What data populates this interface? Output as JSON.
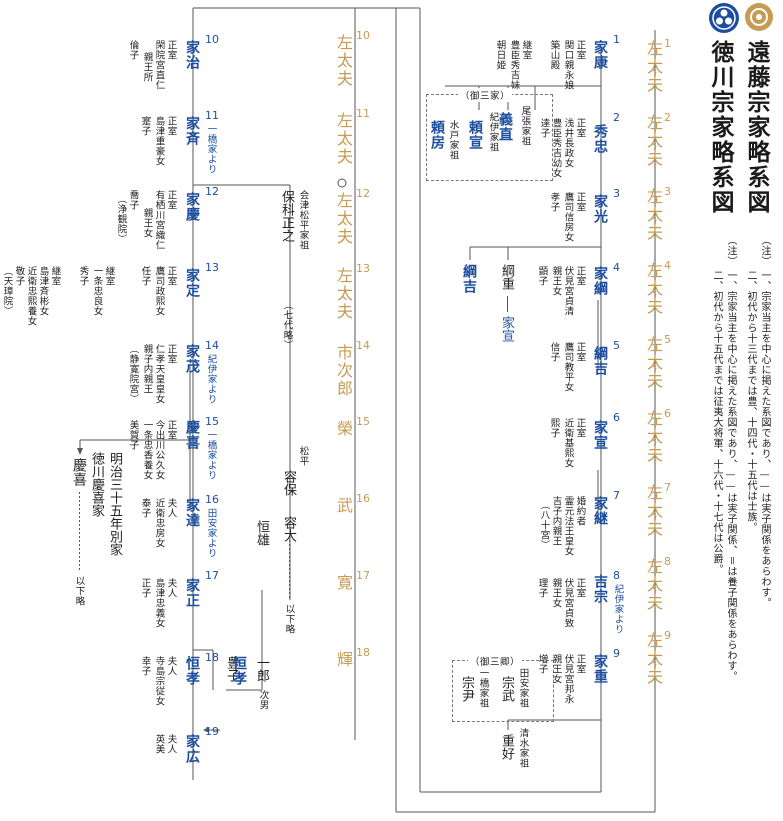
{
  "header": {
    "title_endo": "遠藤宗家略系図",
    "title_tokugawa": "徳川宗家略系図",
    "notes_endo": [
      "（注）",
      "一、宗家当主を中心に掲えた系図であり、——は実子関係をあらわす。",
      "二、初代から十三代までは豊、十四代・十五代は士族。"
    ],
    "notes_tokugawa": [
      "（注）",
      "一、宗家当主を中心に掲えた系図であり、——は実子関係、＝は養子関係をあらわす。",
      "二、初代から十五代までは征夷大将軍、十六代・十七代は公爵。"
    ]
  },
  "endo": {
    "generations": [
      {
        "no": "1",
        "name": "左太夫"
      },
      {
        "no": "2",
        "name": "左太夫"
      },
      {
        "no": "3",
        "name": "左太夫"
      },
      {
        "no": "4",
        "name": "左太夫"
      },
      {
        "no": "5",
        "name": "左太夫"
      },
      {
        "no": "6",
        "name": "左太夫"
      },
      {
        "no": "7",
        "name": "左太夫"
      },
      {
        "no": "8",
        "name": "左太夫"
      },
      {
        "no": "9",
        "name": "左太夫"
      },
      {
        "no": "10",
        "name": "左太夫"
      },
      {
        "no": "11",
        "name": "左太夫"
      },
      {
        "no": "12",
        "name": "左太夫"
      },
      {
        "no": "13",
        "name": "左太夫"
      },
      {
        "no": "14",
        "name": "市次郎"
      },
      {
        "no": "15",
        "name": "榮"
      },
      {
        "no": "16",
        "name": "武"
      },
      {
        "no": "17",
        "name": "寛"
      },
      {
        "no": "18",
        "name": "輝"
      }
    ]
  },
  "tokugawa": {
    "shoguns": [
      {
        "no": "1",
        "name": "家康",
        "spouse": [
          "正室",
          "関口親永娘",
          "築山殿"
        ],
        "extra": [
          "継室",
          "豊臣秀吉妹",
          "朝日姫"
        ]
      },
      {
        "no": "2",
        "name": "秀忠",
        "spouse": [
          "正室",
          "浅井長政女",
          "豊臣秀吉幼女",
          "達子"
        ]
      },
      {
        "no": "3",
        "name": "家光",
        "spouse": [
          "正室",
          "鷹司信房女",
          "孝子"
        ]
      },
      {
        "no": "4",
        "name": "家綱",
        "spouse": [
          "正室",
          "伏見宮貞清",
          "親王女",
          "顕子"
        ]
      },
      {
        "no": "5",
        "name": "綱吉",
        "spouse": [
          "正室",
          "鷹司教平女",
          "信子"
        ]
      },
      {
        "no": "6",
        "name": "家宣",
        "spouse": [
          "正室",
          "近衛基熙女",
          "熙子"
        ]
      },
      {
        "no": "7",
        "name": "家継",
        "spouse": [
          "婚約者",
          "霊元法王皇女",
          "吉子内親王",
          "（八十宮）"
        ]
      },
      {
        "no": "8",
        "name": "吉宗",
        "note": "紀伊家より",
        "spouse": [
          "正室",
          "伏見宮貞致",
          "親王女",
          "理子"
        ]
      },
      {
        "no": "9",
        "name": "家重",
        "spouse": [
          "正室",
          "伏見宮邦永",
          "親王女",
          "増子"
        ]
      },
      {
        "no": "10",
        "name": "家治",
        "spouse": [
          "正室",
          "閑院宮直仁",
          "親王所",
          "倫子"
        ]
      },
      {
        "no": "11",
        "name": "家斉",
        "note": "一橋家より",
        "spouse": [
          "正室",
          "島津重豪女",
          "寔子"
        ]
      },
      {
        "no": "12",
        "name": "家慶",
        "spouse": [
          "正室",
          "有栖川宮織仁",
          "親王女",
          "喬子",
          "（浄観院）"
        ]
      },
      {
        "no": "13",
        "name": "家定",
        "spouse": [
          "正室",
          "鷹司政熙女",
          "任子"
        ],
        "extra": [
          "継室",
          "一条忠良女",
          "秀子"
        ],
        "extra2": [
          "継室",
          "島津斉彬女",
          "近衛忠熙養女",
          "敬子",
          "（天璋院）"
        ]
      },
      {
        "no": "14",
        "name": "家茂",
        "note": "紀伊家より",
        "spouse": [
          "正室",
          "仁孝天皇皇女",
          "親子内親王",
          "（静寛院宮）"
        ]
      },
      {
        "no": "15",
        "name": "慶喜",
        "note": "一橋家より",
        "spouse": [
          "正室",
          "今出川公久女",
          "一条忠香養女",
          "美賀子"
        ]
      },
      {
        "no": "16",
        "name": "家達",
        "note": "田安家より",
        "spouse": [
          "夫人",
          "近衛忠房女",
          "泰子"
        ]
      },
      {
        "no": "17",
        "name": "家正",
        "spouse": [
          "夫人",
          "島津忠義女",
          "正子"
        ]
      },
      {
        "no": "18",
        "name": "恒孝",
        "spouse": [
          "夫人",
          "寺島宗従女",
          "幸子"
        ]
      },
      {
        "no": "19",
        "name": "家広",
        "spouse": [
          "夫人",
          "英美"
        ]
      }
    ],
    "gosanke": {
      "label": "（御三家）",
      "members": [
        {
          "name": "義直",
          "note": "尾張家祖"
        },
        {
          "name": "頼宣",
          "note": "紀伊家祖"
        },
        {
          "name": "頼房",
          "note": "水戸家祖"
        }
      ]
    },
    "gosankyo": {
      "label": "（御三卿）",
      "members": [
        {
          "name": "宗武",
          "note": "田安家祖"
        },
        {
          "name": "宗尹",
          "note": "一橋家祖"
        },
        {
          "name": "重好",
          "note": "清水家祖"
        }
      ]
    },
    "others": {
      "tsunashige": "綱重",
      "tsunayoshi_branch": "綱吉",
      "ienobu_small": "家宣",
      "hoshina": "保科正之",
      "hoshina_note": "会津松平家祖",
      "shichidai": "（七代略）",
      "katamori": "容保",
      "katamori_note": "松平",
      "yoshihiro": "容大",
      "ikahryaku": "以下略",
      "tsuneo": "恒雄",
      "ichiro": "一郎",
      "jinan": "次男",
      "toyoko": "豊子",
      "keiki_branch": "慶喜",
      "keiki_text": [
        "明治三十五年別家",
        "徳川慶喜家"
      ],
      "ikaryaku2": "以下略"
    }
  },
  "colors": {
    "gold": "#c69c54",
    "blue": "#1d4e9e",
    "line": "#555555"
  }
}
